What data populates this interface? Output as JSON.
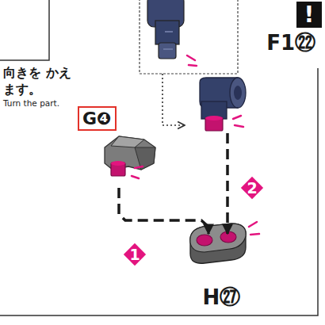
{
  "diagram": {
    "nodes": [
      {
        "text": [
          "F1㉒"
        ]
      },
      {
        "text": [
          "G❹"
        ]
      },
      {
        "text": [
          "H㉗"
        ]
      }
    ],
    "edges": [
      {
        "from": 1,
        "to": 2,
        "arrow": "to",
        "label": "1"
      },
      {
        "from": 0,
        "to": 2,
        "arrow": "to",
        "label": "2"
      }
    ],
    "labels": [
      "!",
      "向きを かえます。",
      "Turn the part."
    ]
  }
}
